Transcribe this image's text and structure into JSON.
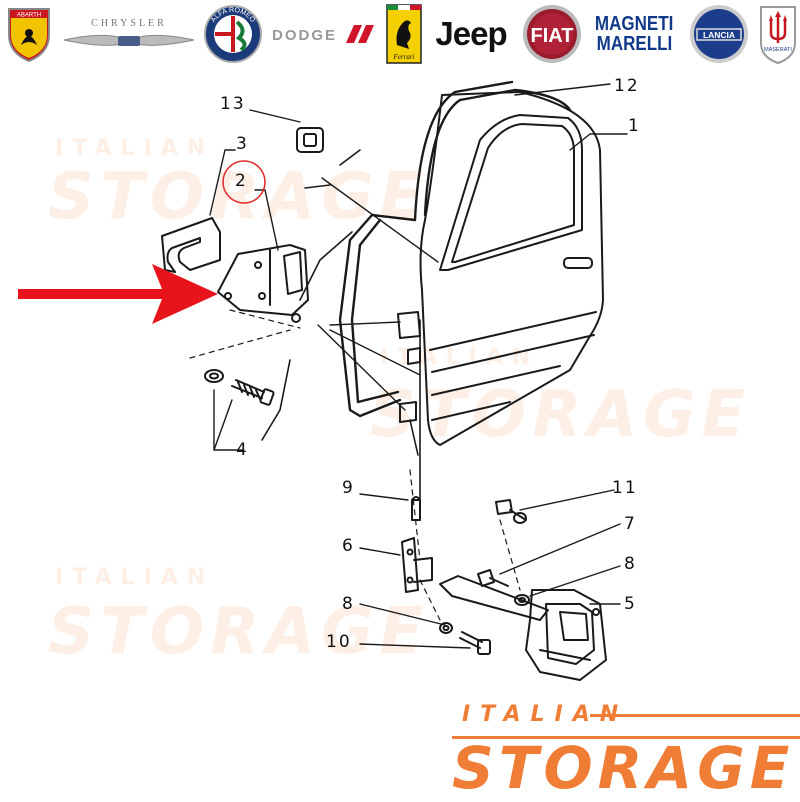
{
  "brands": {
    "abarth": "ABARTH",
    "chrysler": "CHRYSLER",
    "alfa_romeo": "ALFA ROMEO",
    "dodge": "DODGE",
    "ferrari": "Ferrari",
    "jeep": "Jeep",
    "fiat": "FIAT",
    "magneti_marelli_1": "MAGNETI",
    "magneti_marelli_2": "MARELLI",
    "lancia": "LANCIA",
    "maserati": "MASERATI"
  },
  "callouts": {
    "c1": "1",
    "c2": "2",
    "c3": "3",
    "c4": "4",
    "c5": "5",
    "c6": "6",
    "c7": "7",
    "c8a": "8",
    "c8b": "8",
    "c9": "9",
    "c10": "10",
    "c11": "11",
    "c12": "12",
    "c13": "13"
  },
  "watermark": {
    "small": "ITALIAN",
    "big": "STORAGE"
  },
  "footer": {
    "small": "ITALIAN",
    "big": "STORAGE"
  },
  "colors": {
    "accent_orange": "#f07d35",
    "arrow_red": "#e8141b",
    "highlight_circle": "#e03030",
    "line": "#1a1a1a"
  },
  "highlighted_part": "2"
}
